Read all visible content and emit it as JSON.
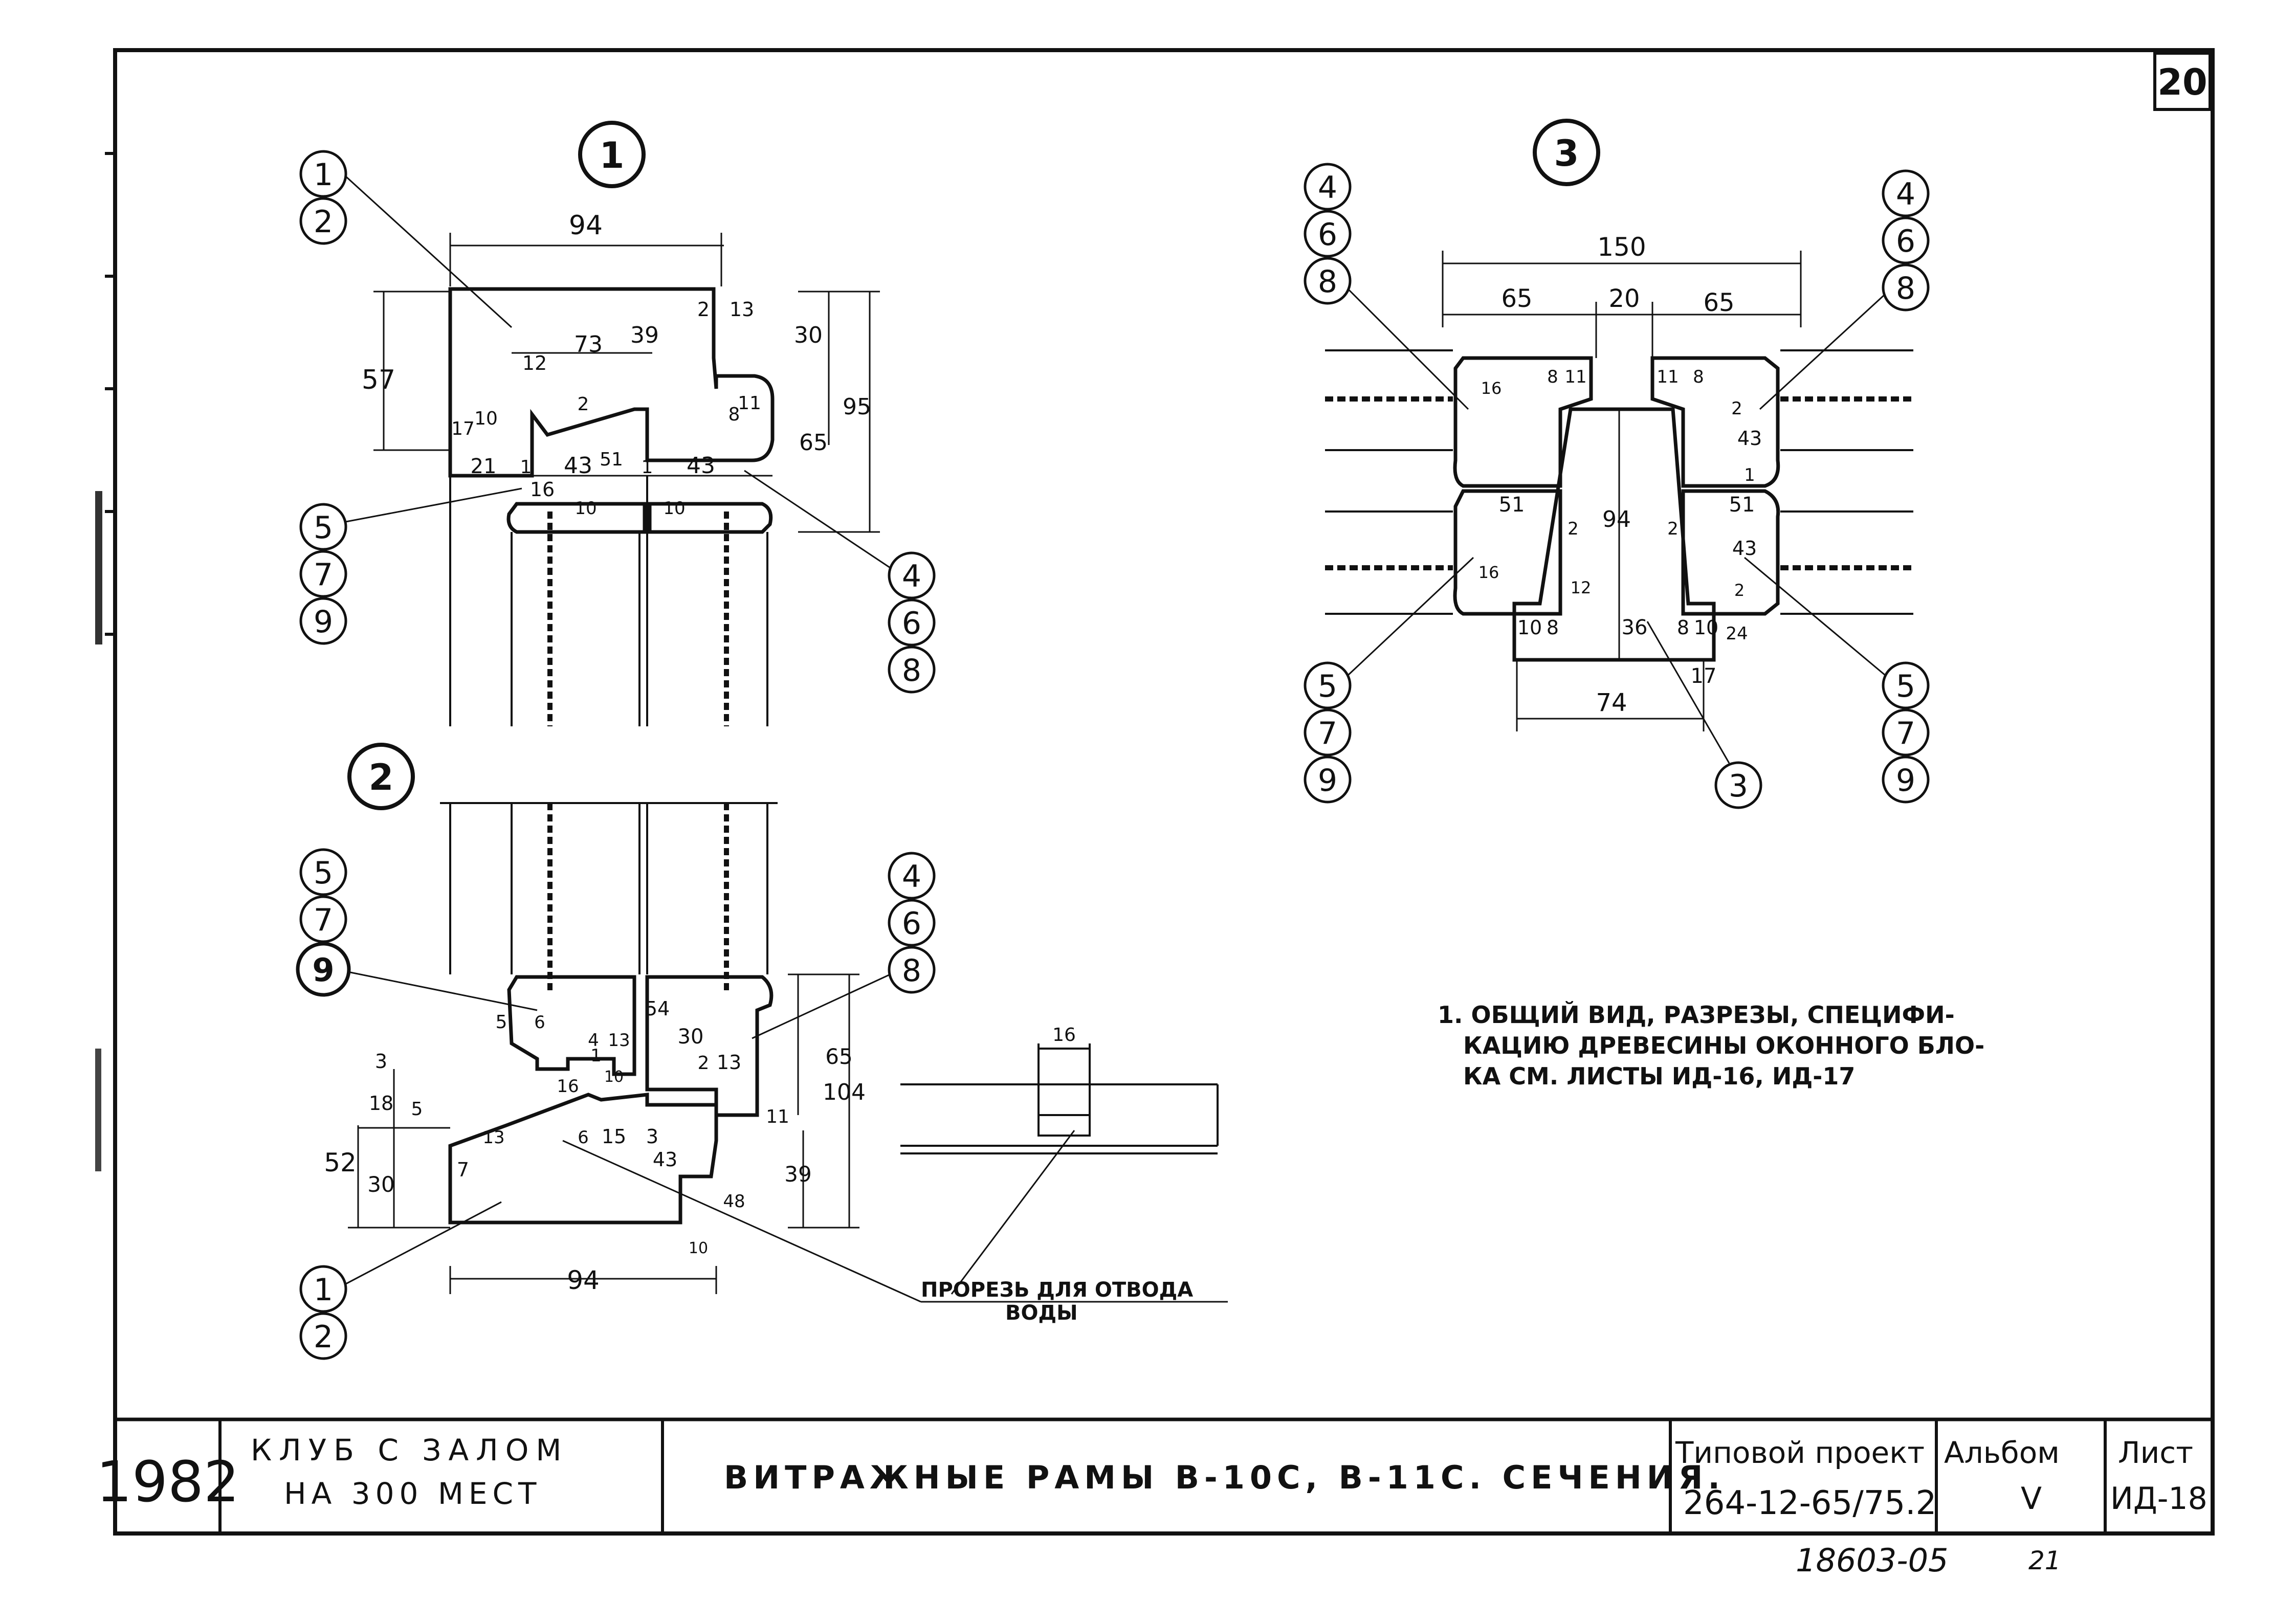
{
  "sheet_number": "20",
  "views": [
    {
      "id": "1",
      "label": "1"
    },
    {
      "id": "2",
      "label": "2"
    },
    {
      "id": "3",
      "label": "3"
    }
  ],
  "view1": {
    "callouts_left_top": [
      "1",
      "2"
    ],
    "callouts_left_bottom": [
      "5",
      "7",
      "9"
    ],
    "callouts_right": [
      "4",
      "6",
      "8"
    ],
    "dims": {
      "overall_width": "94",
      "d73": "73",
      "d39": "39",
      "d2": "2",
      "d13": "13",
      "d30": "30",
      "d57": "57",
      "d12": "12",
      "d95": "95",
      "d65": "65",
      "d17": "17",
      "d10": "10",
      "d8": "8",
      "d11": "11",
      "d2b": "2",
      "d21": "21",
      "d1a": "1",
      "d43a": "43",
      "d51": "51",
      "d1b": "1",
      "d43b": "43",
      "d16": "16",
      "d10b": "10",
      "d10c": "10"
    }
  },
  "view2": {
    "callouts_left_top": [
      "5",
      "7",
      "9"
    ],
    "callouts_left_bottom": [
      "1",
      "2"
    ],
    "callouts_right": [
      "4",
      "6",
      "8"
    ],
    "dims": {
      "d3": "3",
      "d18": "18",
      "d5": "5",
      "d52": "52",
      "d30": "30",
      "d7": "7",
      "d13": "13",
      "d6": "6",
      "d15": "15",
      "d3b": "3",
      "d43": "43",
      "d5b": "5",
      "d6b": "6",
      "d4": "4",
      "d16": "16",
      "d1": "1",
      "d13b": "13",
      "d10": "10",
      "d54": "54",
      "d30b": "30",
      "d2": "2",
      "d13c": "13",
      "d65": "65",
      "d104": "104",
      "d11": "11",
      "d39": "39",
      "d48": "48",
      "d10b": "10",
      "overall_width": "94"
    },
    "slot_width": "16",
    "slot_label_line1": "ПРОРЕЗЬ ДЛЯ ОТВОДА",
    "slot_label_line2": "ВОДЫ"
  },
  "view3": {
    "callouts_left_top": [
      "4",
      "6",
      "8"
    ],
    "callouts_right_top": [
      "4",
      "6",
      "8"
    ],
    "callouts_left_bottom": [
      "5",
      "7",
      "9"
    ],
    "callouts_right_bottom": [
      "5",
      "7",
      "9"
    ],
    "callout_center": "3",
    "dims": {
      "overall": "150",
      "d65a": "65",
      "d20": "20",
      "d65b": "65",
      "d16a": "16",
      "d8a": "8",
      "d11a": "11",
      "d11b": "11",
      "d8b": "8",
      "d2a": "2",
      "d43a": "43",
      "d1": "1",
      "d51a": "51",
      "d94": "94",
      "d2b": "2",
      "d2c": "2",
      "d51b": "51",
      "d43b": "43",
      "d16b": "16",
      "d12": "12",
      "d2d": "2",
      "d10a": "10",
      "d8c": "8",
      "d36": "36",
      "d8d": "8",
      "d10b": "10",
      "d24": "24",
      "d17": "17",
      "d74": "74"
    }
  },
  "note": {
    "line1": "1. ОБЩИЙ ВИД, РАЗРЕЗЫ, СПЕЦИФИ-",
    "line2": "КАЦИЮ ДРЕВЕСИНЫ ОКОННОГО БЛО-",
    "line3": "КА СМ. ЛИСТЫ ИД-16, ИД-17"
  },
  "title_block": {
    "year": "1982",
    "object_line1": "КЛУБ С ЗАЛОМ",
    "object_line2": "НА 300 МЕСТ",
    "title": "ВИТРАЖНЫЕ РАМЫ В-10С, В-11С. СЕЧЕНИЯ.",
    "project_label": "Типовой проект",
    "project_number": "264-12-65/75.2",
    "album_label": "Альбом",
    "album_value": "V",
    "sheet_label": "Лист",
    "sheet_value": "ИД-18"
  },
  "footer": {
    "inventory": "18603-05",
    "mark": "21"
  }
}
